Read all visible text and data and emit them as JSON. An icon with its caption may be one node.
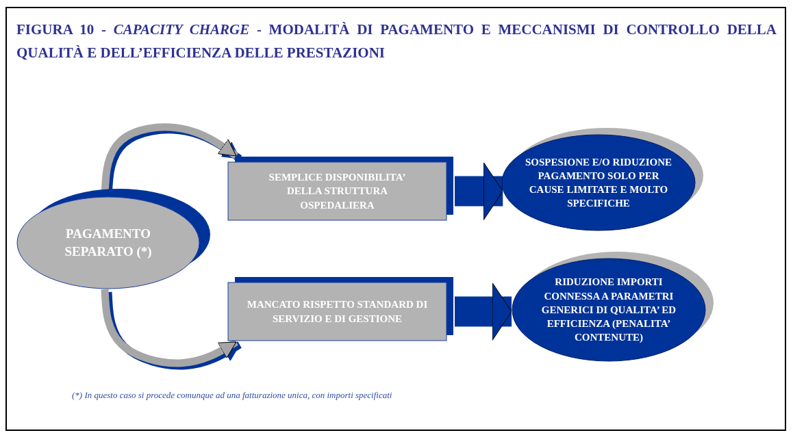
{
  "diagram": {
    "title": "FIGURA 10 - *CAPACITY CHARGE* - MODALITÀ DI PAGAMENTO E MECCANISMI DI CONTROLLO DELLA QUALITÀ E DELL’EFFICIENZA DELLE PRESTAZIONI",
    "nodes": [
      {
        "text": [
          "PAGAMENTO SEPARATO (*)"
        ]
      },
      {
        "text": [
          "SEMPLICE DISPONIBILITA’ DELLA STRUTTURA OSPEDALIERA"
        ]
      },
      {
        "text": [
          "MANCATO RISPETTO STANDARD DI SERVIZIO E DI GESTIONE"
        ]
      },
      {
        "text": [
          "SOSPESIONE E/O RIDUZIONE PAGAMENTO SOLO PER CAUSE LIMITATE E MOLTO SPECIFICHE"
        ]
      },
      {
        "text": [
          "RIDUZIONE IMPORTI CONNESSA A PARAMETRI GENERICI DI QUALITA’ ED EFFICIENZA (PENALITA’ CONTENUTE)"
        ]
      }
    ],
    "edges": [
      {
        "from": 0,
        "to": 1,
        "arrow": "to",
        "color": "#a6a6a6"
      },
      {
        "from": 0,
        "to": 2,
        "arrow": "to",
        "color": "#a6a6a6"
      },
      {
        "from": 1,
        "to": 3,
        "arrow": "to",
        "style": "thick",
        "color": "#003399"
      },
      {
        "from": 2,
        "to": 4,
        "arrow": "to",
        "style": "thick",
        "color": "#003399"
      }
    ],
    "labels": [
      "(*) In questo caso si procede comunque ad una fatturazione unica, con importi specificati"
    ]
  }
}
